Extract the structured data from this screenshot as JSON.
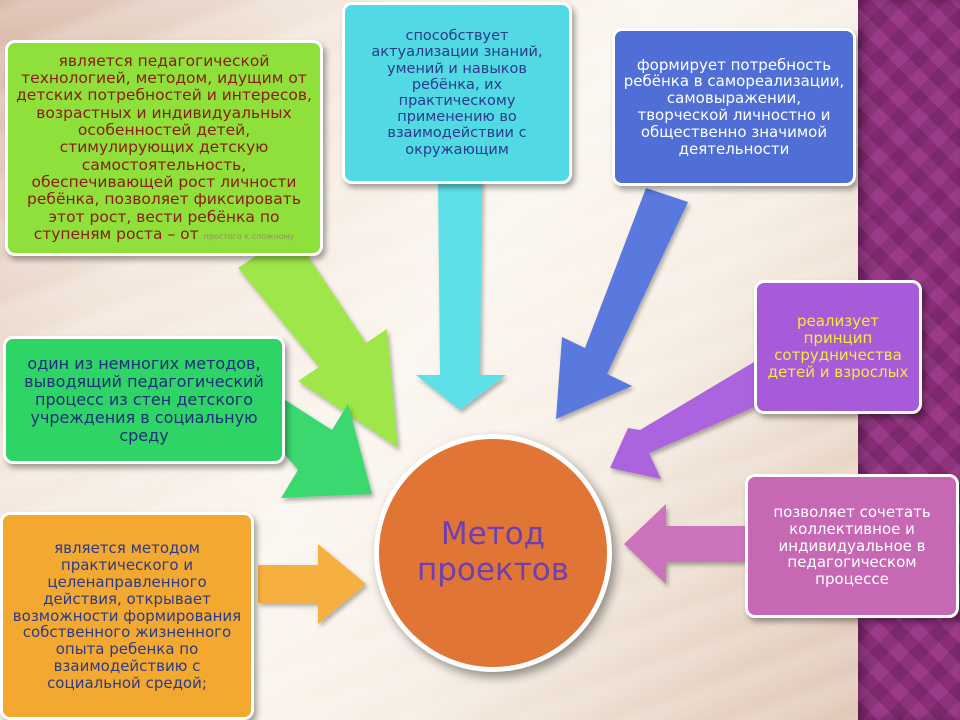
{
  "center": {
    "title": "Метод\nпроектов"
  },
  "boxes": {
    "top_left": {
      "text": "является педагогической технологией, методом, идущим от детских потребностей и интересов, возрастных и индивидуальных особенностей детей, стимулирующих детскую самостоятельность, обеспечивающей рост личности ребёнка, позволяет фиксировать этот рост, вести ребёнка по ступеням роста – от",
      "faint_tail": "простого к сложному",
      "color": "#8fe03a"
    },
    "top_center": {
      "text": "способствует актуализации знаний, умений и навыков ребёнка, их практическому применению во взаимодействии с окружающим",
      "color": "#51d9e4"
    },
    "top_right": {
      "text": "формирует потребность ребёнка в самореализации, самовыражении, творческой личностно и общественно значимой деятельности",
      "color": "#4f6fd6"
    },
    "mid_left": {
      "text": "один из немногих методов, выводящий педагогический процесс из стен детского учреждения в социальную среду",
      "color": "#2fd466"
    },
    "mid_right": {
      "text": "реализует принцип сотрудничества детей и взрослых",
      "color": "#a75bd9"
    },
    "bot_left": {
      "text": "является методом практического и целенаправленного действия, открывает возможности формирования собственного жизненного опыта ребенка по взаимодействию с социальной средой;",
      "color": "#f3a930"
    },
    "bot_right": {
      "text": "позволяет сочетать коллективное и индивидуальное в педагогическом процессе",
      "color": "#c768b4"
    }
  }
}
